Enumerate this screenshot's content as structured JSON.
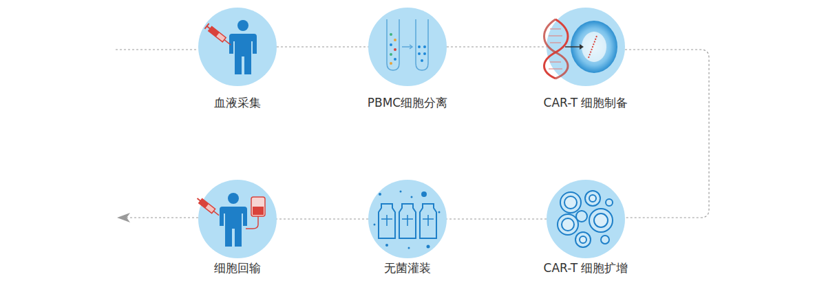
{
  "diagram": {
    "nodes": [
      {
        "text": [
          "血液采集"
        ]
      },
      {
        "text": [
          "PBMC细胞分离"
        ]
      },
      {
        "text": [
          "CAR-T 细胞制备"
        ]
      },
      {
        "text": [
          "细胞回输"
        ]
      },
      {
        "text": [
          "无菌灌装"
        ]
      },
      {
        "text": [
          "CAR-T 细胞扩增"
        ]
      }
    ],
    "edges": [
      {
        "from": 0,
        "to": 1,
        "arrow": "none"
      },
      {
        "from": 1,
        "to": 2,
        "arrow": "none"
      },
      {
        "from": 2,
        "to": 5,
        "arrow": "none"
      },
      {
        "from": 5,
        "to": 4,
        "arrow": "none"
      },
      {
        "from": 4,
        "to": 3,
        "arrow": "none"
      }
    ]
  }
}
